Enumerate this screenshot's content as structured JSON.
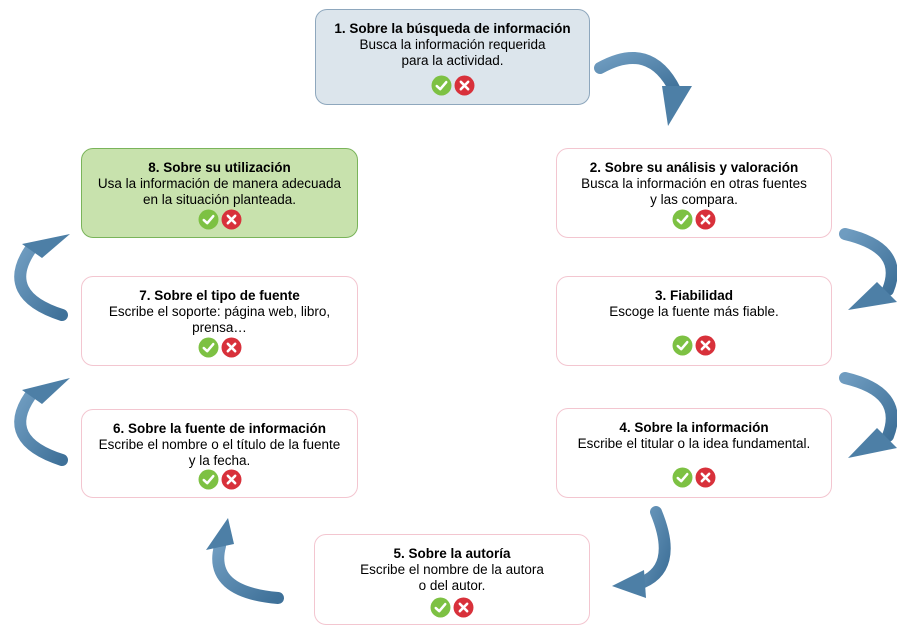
{
  "colors": {
    "arrow": "#4d7fa6",
    "check": "#7dc143",
    "cross": "#d8313b",
    "box_border": "#f3c6d0",
    "start_fill": "#dce5ec",
    "end_fill": "#c8e2ad"
  },
  "icons": {
    "check": "check-circle-icon",
    "cross": "cross-circle-icon",
    "arrow": "curved-arrow-icon"
  },
  "steps": [
    {
      "title": "1. Sobre la búsqueda de información",
      "desc": "Busca la información requerida\npara la actividad."
    },
    {
      "title": "2. Sobre su análisis y valoración",
      "desc": "Busca la información en otras fuentes\ny las compara."
    },
    {
      "title": "3. Fiabilidad",
      "desc": "Escoge la fuente más fiable."
    },
    {
      "title": "4. Sobre la información",
      "desc": "Escribe el titular o la idea fundamental."
    },
    {
      "title": "5. Sobre la autoría",
      "desc": "Escribe el nombre de la autora\no del autor."
    },
    {
      "title": "6. Sobre la fuente de información",
      "desc": "Escribe el nombre o el título de la fuente\ny la fecha."
    },
    {
      "title": "7. Sobre el tipo de fuente",
      "desc": "Escribe el soporte: página web, libro,\nprensa…"
    },
    {
      "title": "8. Sobre su utilización",
      "desc": "Usa la información de manera adecuada\nen la situación planteada."
    }
  ]
}
